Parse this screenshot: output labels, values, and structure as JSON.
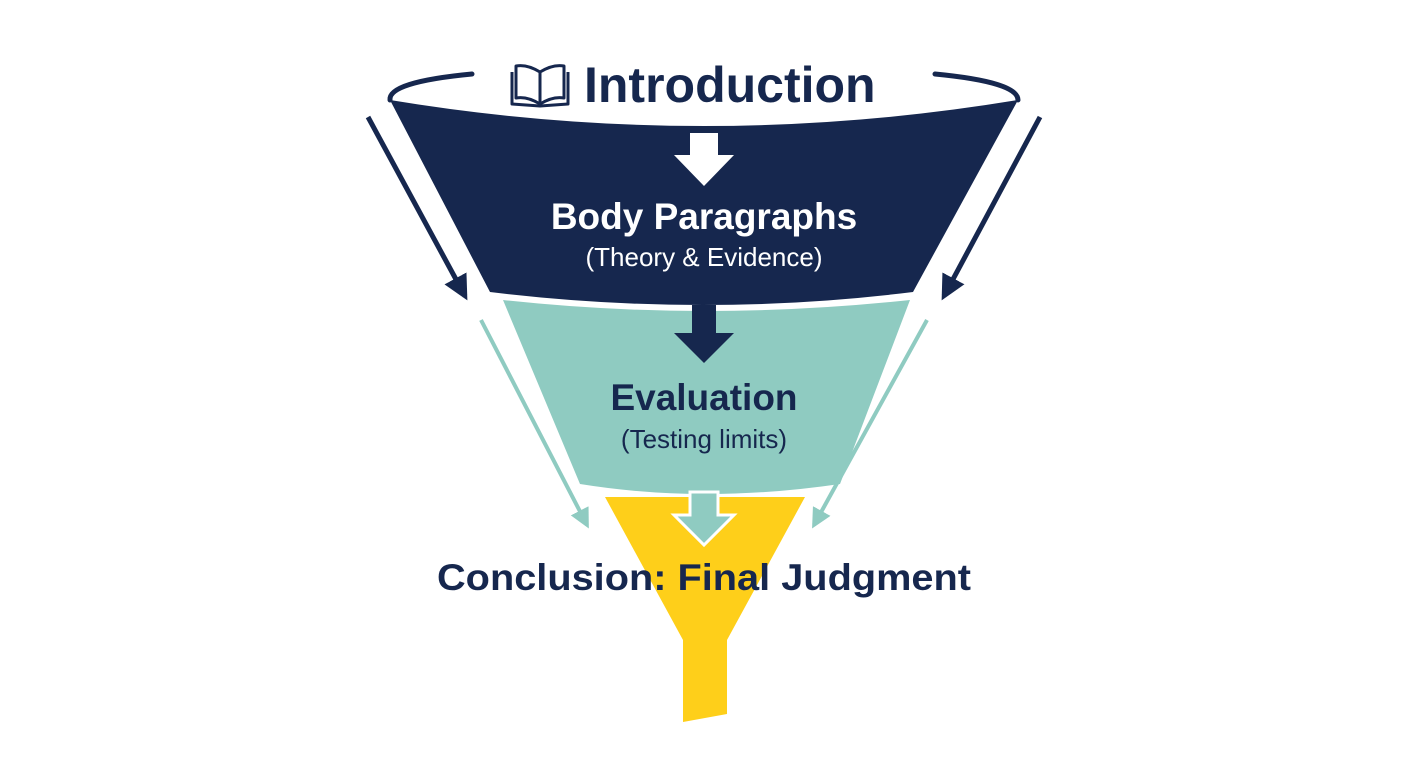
{
  "funnel": {
    "top": {
      "label": "Introduction",
      "icon": "open-book-icon"
    },
    "stage_1": {
      "heading": "Body Paragraphs",
      "subheading": "(Theory & Evidence)"
    },
    "stage_2": {
      "heading": "Evaluation",
      "subheading": "(Testing limits)"
    },
    "stage_3": {
      "heading": "Conclusion: Final Judgment"
    }
  },
  "colors": {
    "navy": "#16274e",
    "teal": "#8fcbc1",
    "yellow": "#fecf1a",
    "background": "#ffffff"
  }
}
